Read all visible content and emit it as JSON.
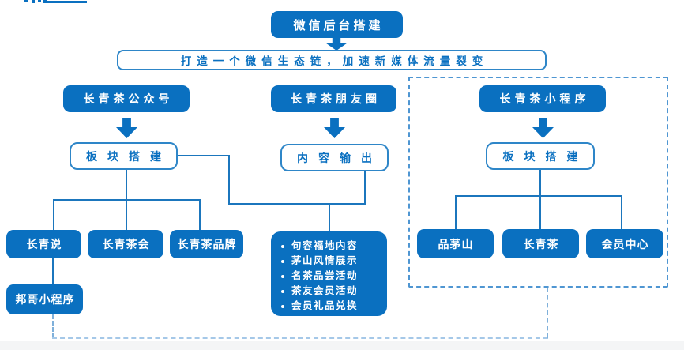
{
  "root": {
    "title": "微信后台搭建"
  },
  "subtitle": {
    "text": "打造一个微信生态链，加速新媒体流量裂变"
  },
  "branches": {
    "official_account": {
      "header": "长青茶公众号",
      "module": "板块搭建",
      "children": [
        "长青说",
        "长青茶会",
        "长青茶品牌"
      ],
      "sub_child": "邦哥小程序"
    },
    "moments": {
      "header": "长青茶朋友圈",
      "module": "内容输出",
      "bullets": [
        "句容福地内容",
        "茅山风情展示",
        "名茶品尝活动",
        "茶友会员活动",
        "会员礼品兑换"
      ]
    },
    "mini_program": {
      "header": "长青茶小程序",
      "module": "板块搭建",
      "children": [
        "品茅山",
        "长青茶",
        "会员中心"
      ]
    }
  },
  "colors": {
    "node_fill": "#0a70c0",
    "node_outline": "#2e86c8",
    "connector": "#1b76bd",
    "dashed_region": "#4f96d2",
    "dashed_connector": "#a5c8e8"
  }
}
